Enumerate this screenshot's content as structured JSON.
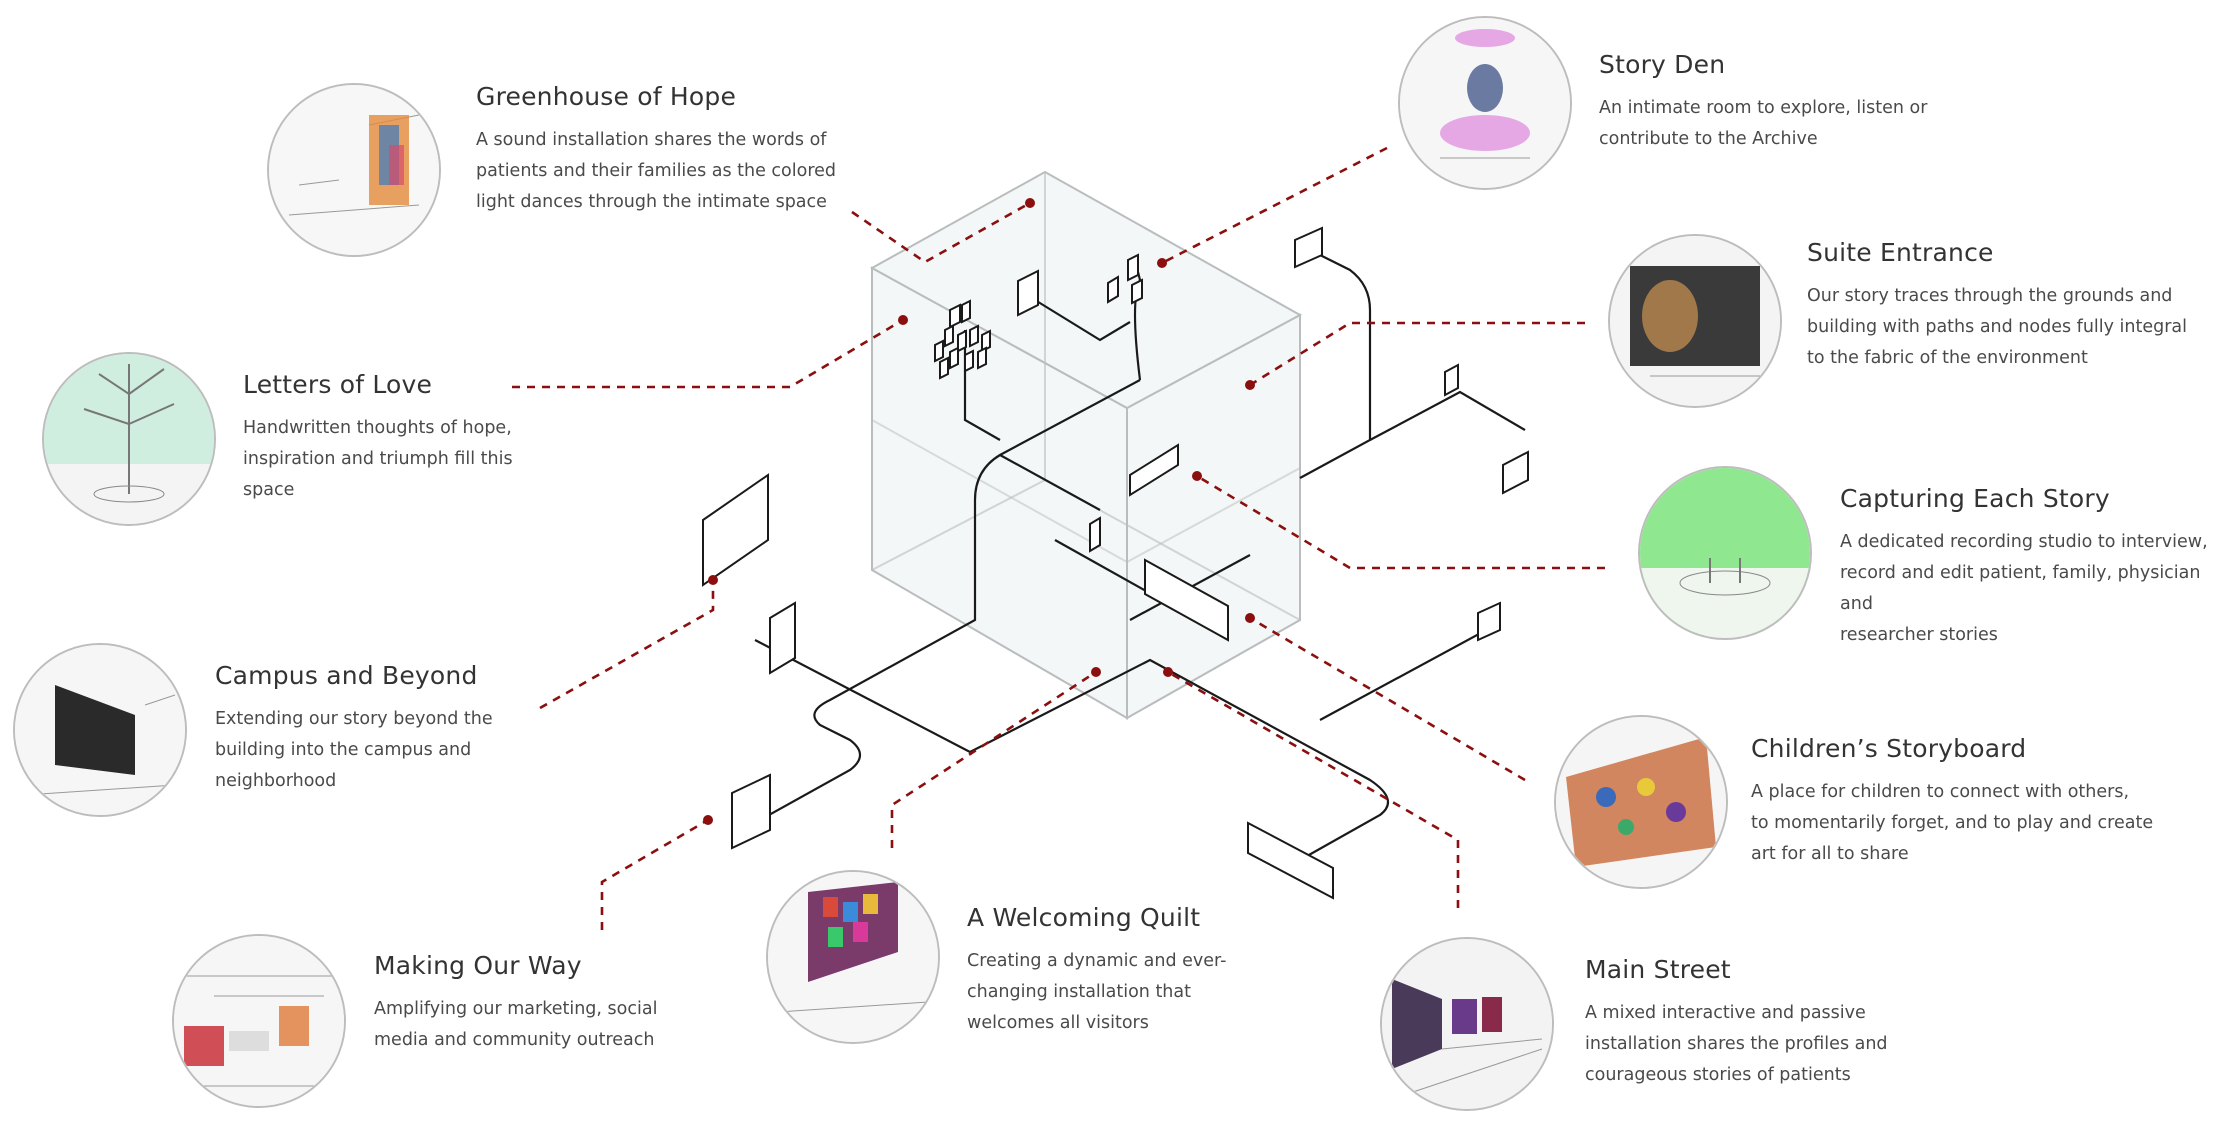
{
  "colors": {
    "leader": "#8b0f0f",
    "cube_fill": "#eef3f3",
    "cube_edge": "#b9bdbd",
    "path": "#1a1a1a",
    "ring": "#bdbdbd"
  },
  "stations": [
    {
      "id": "greenhouse-of-hope",
      "title": "Greenhouse of Hope",
      "lines": [
        "A sound installation shares the words of",
        "patients and their families as the colored",
        "light dances through the intimate space"
      ]
    },
    {
      "id": "letters-of-love",
      "title": "Letters of Love",
      "lines": [
        "Handwritten thoughts of hope,",
        "inspiration and triumph fill this",
        "space"
      ]
    },
    {
      "id": "campus-and-beyond",
      "title": "Campus and Beyond",
      "lines": [
        "Extending our story beyond the",
        "building into the campus and",
        "neighborhood"
      ]
    },
    {
      "id": "making-our-way",
      "title": "Making Our Way",
      "lines": [
        "Amplifying our marketing, social",
        "media and community outreach"
      ]
    },
    {
      "id": "a-welcoming-quilt",
      "title": "A Welcoming Quilt",
      "lines": [
        "Creating a dynamic and ever-",
        "changing installation that",
        "welcomes all visitors"
      ]
    },
    {
      "id": "main-street",
      "title": "Main Street",
      "lines": [
        "A mixed interactive and passive",
        "installation shares the profiles and",
        "courageous stories of patients"
      ]
    },
    {
      "id": "childrens-storyboard",
      "title": "Children’s Storyboard",
      "lines": [
        "A place for children to connect with others,",
        "to momentarily forget, and to play and create",
        "art for all to share"
      ]
    },
    {
      "id": "capturing-each-story",
      "title": "Capturing Each Story",
      "lines": [
        "A dedicated recording studio to interview,",
        "record and edit patient, family, physician and",
        "researcher stories"
      ]
    },
    {
      "id": "suite-entrance",
      "title": "Suite Entrance",
      "lines": [
        "Our story traces through the grounds and",
        "building with paths and nodes fully integral",
        "to the fabric of the environment"
      ]
    },
    {
      "id": "story-den",
      "title": "Story Den",
      "lines": [
        "An intimate room to explore, listen or",
        "contribute to the Archive"
      ]
    }
  ]
}
